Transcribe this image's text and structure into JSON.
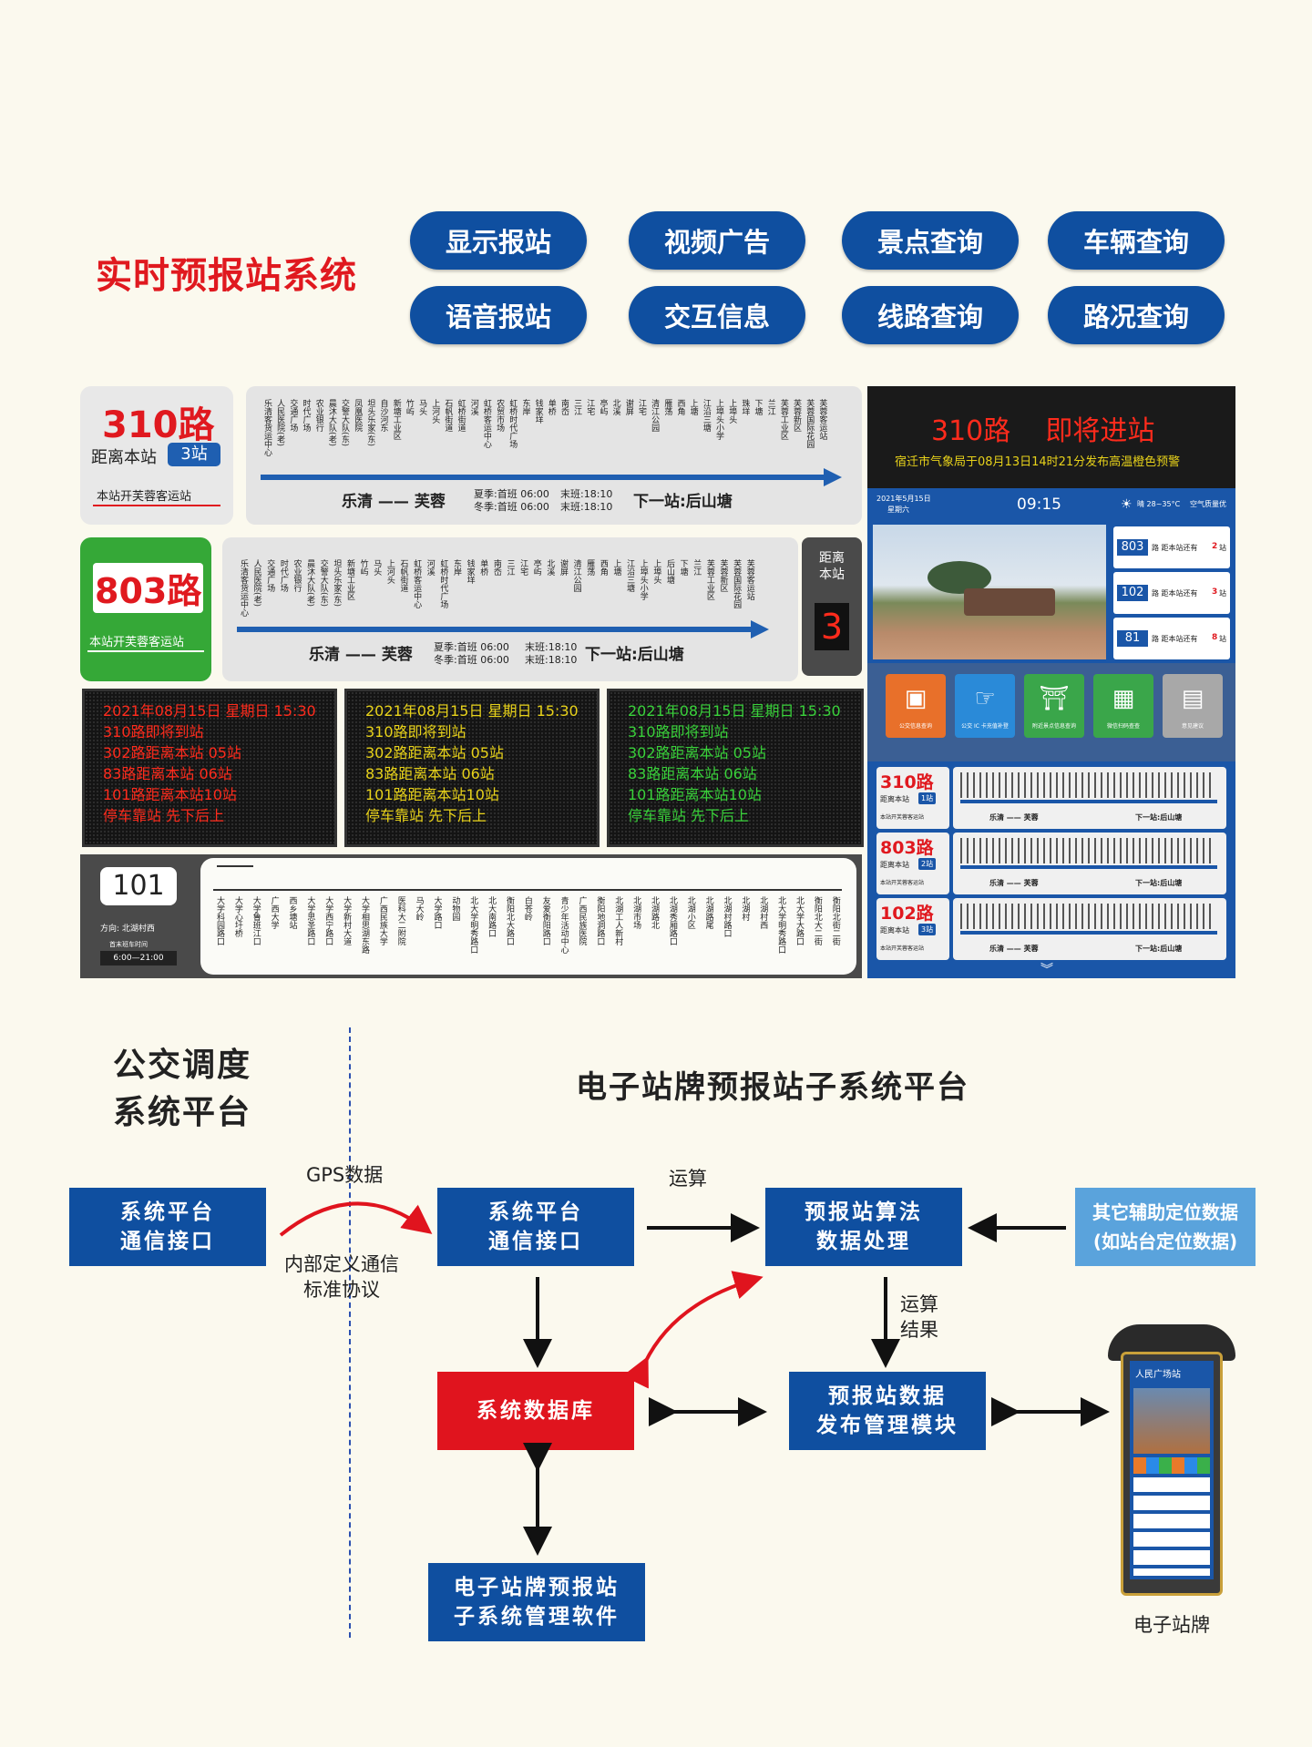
{
  "header": {
    "title": "实时预报站系统"
  },
  "features": [
    "显示报站",
    "视频广告",
    "景点查询",
    "车辆查询",
    "语音报站",
    "交互信息",
    "线路查询",
    "路况查询"
  ],
  "sign310": {
    "route": "310路",
    "distance_label": "距离本站",
    "distance_badge": "3站",
    "note": "本站开芙蓉客运站",
    "terminals": "乐清 —— 芙蓉",
    "schedule_summer": "夏季:首班 06:00",
    "schedule_winter": "冬季:首班 06:00",
    "last_summer": "末班:18:10",
    "last_winter": "末班:18:10",
    "next": "下一站:后山塘",
    "stations": [
      "乐清客货运中心",
      "人民医院(老)",
      "交通广场",
      "时代广场",
      "农业银行",
      "晨沐大队(老)",
      "交警大队(东)",
      "凤凰医院",
      "坦头乐家(东)",
      "自沙河东",
      "新塘工业区",
      "竹屿",
      "马头",
      "上河头",
      "石帆街道",
      "虹桥街道",
      "河溪",
      "虹桥客运中心",
      "农贸市场",
      "虹桥时代广场",
      "东岸",
      "钱家垟",
      "单桥",
      "南岙",
      "三江",
      "江宅",
      "亭屿",
      "北溪",
      "谢屏",
      "江宅",
      "清江公园",
      "雁荡",
      "西角",
      "上塘",
      "江沿三塘",
      "上埠头小学",
      "上埠头",
      "珠垟",
      "下塘",
      "兰江",
      "芙蓉工业区",
      "芙蓉新区",
      "芙蓉国际花园",
      "芙蓉客运站"
    ]
  },
  "sign803": {
    "route": "803路",
    "note": "本站开芙蓉客运站",
    "terminals": "乐清 —— 芙蓉",
    "schedule_summer": "夏季:首班 06:00",
    "schedule_winter": "冬季:首班 06:00",
    "last_summer": "末班:18:10",
    "last_winter": "末班:18:10",
    "next": "下一站:后山塘",
    "dist_label": "距离本站",
    "dist_value": "3",
    "stations": [
      "乐清客货运中心",
      "人民医院(老)",
      "交通广场",
      "时代广场",
      "农业银行",
      "晨沐大队(老)",
      "交警大队(东)",
      "坦头乐家(东)",
      "新塘工业区",
      "竹屿",
      "马头",
      "上河头",
      "石帆街道",
      "虹桥客运中心",
      "河溪",
      "虹桥时代广场",
      "东岸",
      "钱家垟",
      "单桥",
      "南岙",
      "三江",
      "江宅",
      "亭屿",
      "北溪",
      "谢屏",
      "清江公园",
      "雁荡",
      "西角",
      "上塘",
      "江沿三塘",
      "上埠头小学",
      "上埠头",
      "后山塘",
      "下塘",
      "兰江",
      "芙蓉工业区",
      "芙蓉新区",
      "芙蓉国际花园",
      "芙蓉客运站"
    ]
  },
  "led_panels": [
    {
      "color": "#ff2b1c",
      "lines": [
        "2021年08月15日  星期日    15:30",
        "310路即将到站",
        "302路距离本站  05站",
        "83路距离本站  06站",
        "101路距离本站10站",
        "停车靠站    先下后上"
      ]
    },
    {
      "color": "#e8d21a",
      "lines": [
        "2021年08月15日  星期日    15:30",
        "310路即将到站",
        "302路距离本站  05站",
        "83路距离本站  06站",
        "101路距离本站10站",
        "停车靠站    先下后上"
      ]
    },
    {
      "color": "#39d13a",
      "lines": [
        "2021年08月15日  星期日    15:30",
        "310路即将到站",
        "302路距离本站  05站",
        "83路距离本站  06站",
        "101路距离本站10站",
        "停车靠站    先下后上"
      ]
    }
  ],
  "sign101": {
    "route": "101",
    "direction": "方向: 北湖村西",
    "time_label": "首末班车时间",
    "time": "6:00—21:00",
    "stations": [
      "大学科园路口",
      "大学心圩桥",
      "大学鲁班江口",
      "广西大学",
      "西乡塘站",
      "大学思圣路口",
      "大学西宁路口",
      "大学新村大道",
      "大学相思湖东路",
      "广西民族大学",
      "医科大二附院",
      "马大岭",
      "大学路口",
      "动物园",
      "北大学明秀路口",
      "北大南路口",
      "衡阳北大路口",
      "白苍岭",
      "友爱衡阳路口",
      "青少年活动中心",
      "广西民族医院",
      "衡阳地洞路口",
      "北湖工人新村",
      "北湖市场",
      "北湖路北",
      "北湖秀厢路口",
      "北湖小区",
      "北湖路尾",
      "北湖村路口",
      "北湖村",
      "北湖村西",
      "北大学明秀路口",
      "北大学大路口",
      "衡阳北大二街",
      "衡阳北街二街"
    ]
  },
  "kiosk": {
    "top_title": "310路    即将进站",
    "top_notice": "宿迁市气象局于08月13日14时21分发布高温橙色预警",
    "date": "2021年5月15日",
    "weekday": "星期六",
    "time": "09:15",
    "weather": "晴  28~35°C",
    "air": "空气质量优",
    "arrivals": [
      {
        "route": "803",
        "text": "路  距本站还有",
        "n": "2",
        "unit": "站"
      },
      {
        "route": "102",
        "text": "路  距本站还有",
        "n": "3",
        "unit": "站"
      },
      {
        "route": "81",
        "text": "路  距本站还有",
        "n": "8",
        "unit": "站"
      }
    ],
    "icons": [
      "公交信息查询",
      "公交 IC 卡充值补登",
      "附近景点信息查询",
      "微信扫码查查",
      "意见建议"
    ],
    "routes": [
      {
        "route": "310路",
        "label": "距离本站",
        "badge": "1站",
        "note": "本站开芙蓉客运站",
        "terminals": "乐清 —— 芙蓉",
        "next": "下一站:后山塘"
      },
      {
        "route": "803路",
        "label": "距离本站",
        "badge": "2站",
        "note": "本站开芙蓉客运站",
        "terminals": "乐清 —— 芙蓉",
        "next": "下一站:后山塘"
      },
      {
        "route": "102路",
        "label": "距离本站",
        "badge": "3站",
        "note": "本站开芙蓉客运站",
        "terminals": "乐清 —— 芙蓉",
        "next": "下一站:后山塘"
      }
    ]
  },
  "diagram": {
    "left_title_1": "公交调度",
    "left_title_2": "系统平台",
    "right_title": "电子站牌预报站子系统平台",
    "box_sys_left": "系统平台\n通信接口",
    "box_sys_right": "系统平台\n通信接口",
    "box_algo": "预报站算法\n数据处理",
    "box_aux": "其它辅助定位数据\n(如站台定位数据)",
    "box_db": "系统数据库",
    "box_publish": "预报站数据\n发布管理模块",
    "box_software": "电子站牌预报站\n子系统管理软件",
    "lbl_gps": "GPS数据",
    "lbl_protocol": "内部定义通信\n标准协议",
    "lbl_calc": "运算",
    "lbl_result": "运算\n结果",
    "lbl_sign": "电子站牌",
    "sign_header": "人民广场站"
  }
}
